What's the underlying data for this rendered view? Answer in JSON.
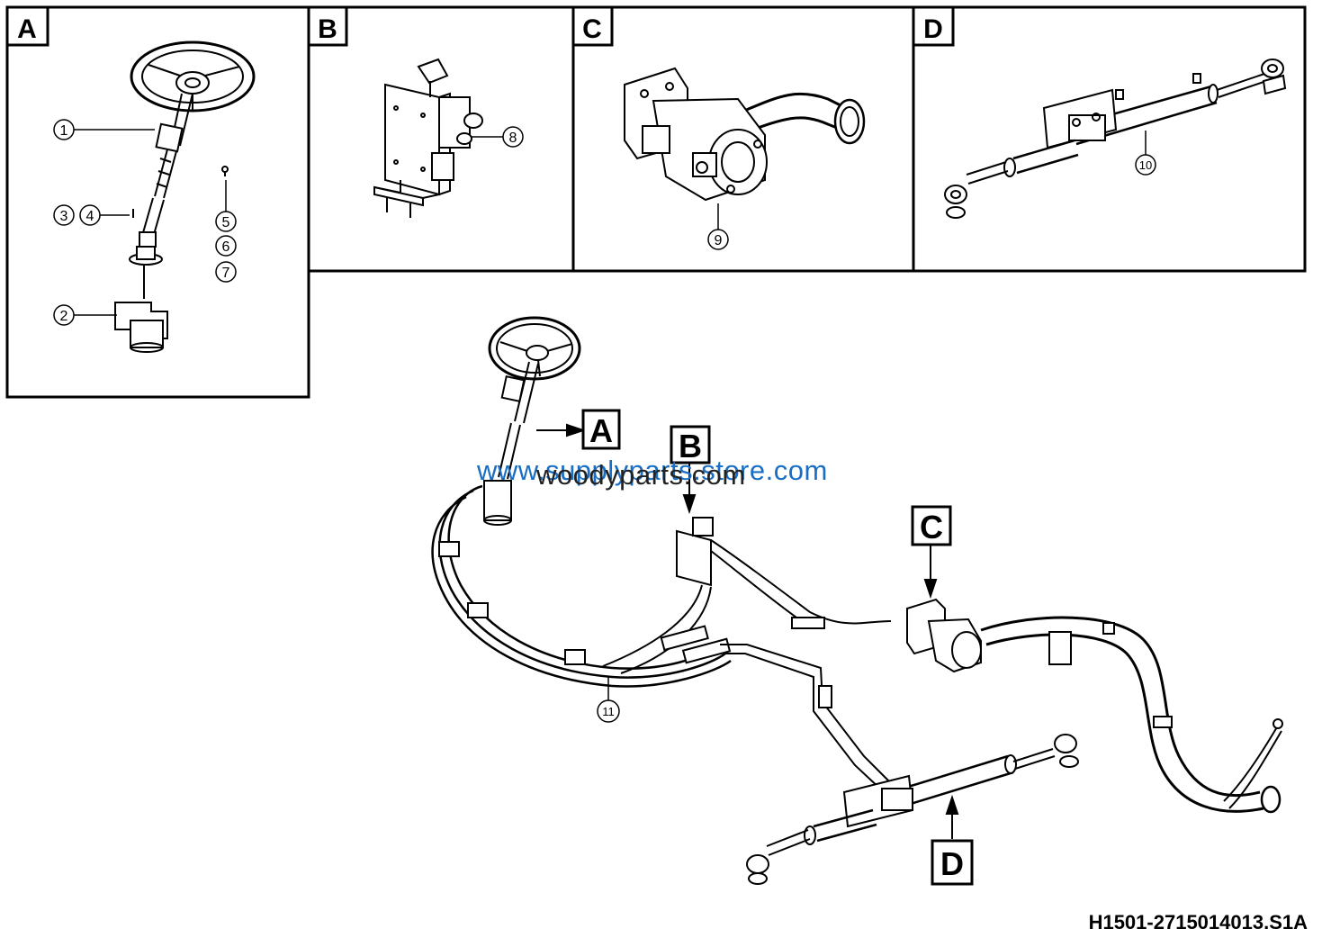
{
  "panels": [
    {
      "label": "A"
    },
    {
      "label": "B"
    },
    {
      "label": "C"
    },
    {
      "label": "D"
    }
  ],
  "callouts": [
    "1",
    "2",
    "3",
    "4",
    "5",
    "6",
    "7",
    "8",
    "9",
    "10",
    "11"
  ],
  "assembly_labels": [
    "A",
    "B",
    "C",
    "D"
  ],
  "watermarks": [
    "www.supplyparts.store.com",
    "woodyparts.com"
  ],
  "document_id": "H1501-2715014013.S1A"
}
